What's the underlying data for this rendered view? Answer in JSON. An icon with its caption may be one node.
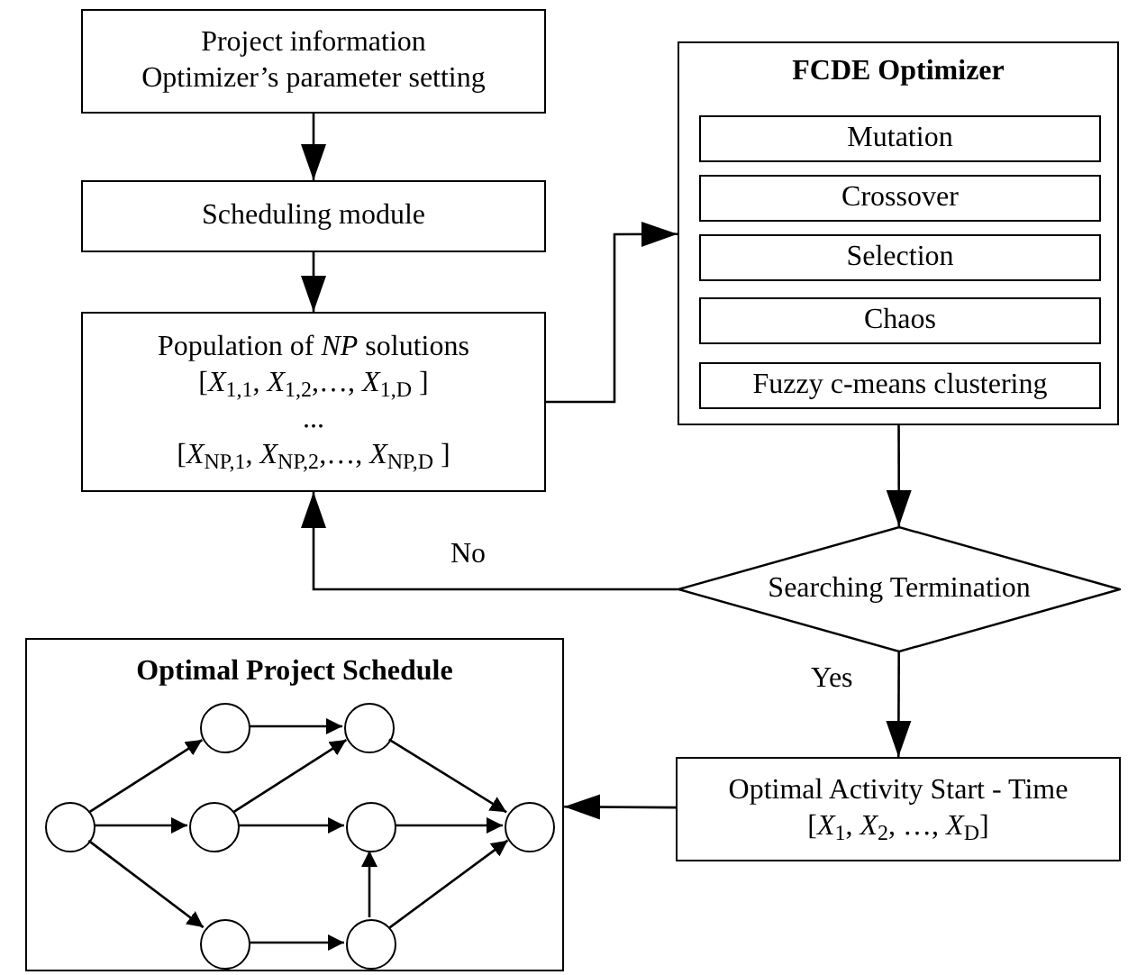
{
  "diagram": {
    "nodes": [
      {
        "text": [
          "Project information",
          "Optimizer’s parameter setting"
        ]
      },
      {
        "text": [
          "Scheduling module"
        ]
      },
      {
        "text": [
          "Population of *NP* solutions",
          "[*X*$_{1,1}$, *X*$_{1,2}$,…, *X*$_{1,D}$ ]",
          "...",
          "[*X*$_{NP,1}$, *X*$_{NP,2}$,…, *X*$_{NP,D}$ ]"
        ]
      },
      {
        "text": [
          "FCDE Optimizer"
        ]
      },
      {
        "text": [
          "Mutation"
        ],
        "in": 3
      },
      {
        "text": [
          "Crossover"
        ],
        "in": 3
      },
      {
        "text": [
          "Selection"
        ],
        "in": 3
      },
      {
        "text": [
          "Chaos"
        ],
        "in": 3
      },
      {
        "text": [
          "Fuzzy c-means clustering"
        ],
        "in": 3
      },
      {
        "text": [
          "Searching Termination"
        ]
      },
      {
        "text": [
          "Optimal  Project Schedule"
        ]
      },
      {
        "text": [
          "Optimal Activity Start - Time",
          "[*X*$_{1}$, *X*$_{2}$, …, *X*$_{D}$]"
        ]
      },
      {
        "text": [],
        "shape": "circle",
        "in": 10
      },
      {
        "text": [],
        "shape": "circle",
        "in": 10
      },
      {
        "text": [],
        "shape": "circle",
        "in": 10
      },
      {
        "text": [],
        "shape": "circle",
        "in": 10
      },
      {
        "text": [],
        "shape": "circle",
        "in": 10
      },
      {
        "text": [],
        "shape": "circle",
        "in": 10
      },
      {
        "text": [],
        "shape": "circle",
        "in": 10
      },
      {
        "text": [],
        "shape": "circle",
        "in": 10
      }
    ],
    "edges": [
      {
        "from": 0,
        "to": 1,
        "arrow": "to"
      },
      {
        "from": 1,
        "to": 2,
        "arrow": "to"
      },
      {
        "from": 2,
        "to": 3,
        "arrow": "to"
      },
      {
        "from": 3,
        "to": 9,
        "arrow": "to"
      },
      {
        "from": 9,
        "to": 2,
        "arrow": "to",
        "label": "No"
      },
      {
        "from": 9,
        "to": 11,
        "arrow": "to",
        "label": "Yes"
      },
      {
        "from": 11,
        "to": 10,
        "arrow": "to"
      },
      {
        "from": 12,
        "to": 13,
        "arrow": "to"
      },
      {
        "from": 12,
        "to": 14,
        "arrow": "to"
      },
      {
        "from": 12,
        "to": 15,
        "arrow": "to"
      },
      {
        "from": 13,
        "to": 16,
        "arrow": "to"
      },
      {
        "from": 14,
        "to": 16,
        "arrow": "to"
      },
      {
        "from": 14,
        "to": 17,
        "arrow": "to"
      },
      {
        "from": 15,
        "to": 18,
        "arrow": "to"
      },
      {
        "from": 18,
        "to": 17,
        "arrow": "to"
      },
      {
        "from": 16,
        "to": 19,
        "arrow": "to"
      },
      {
        "from": 17,
        "to": 19,
        "arrow": "to"
      },
      {
        "from": 18,
        "to": 19,
        "arrow": "to"
      }
    ]
  }
}
